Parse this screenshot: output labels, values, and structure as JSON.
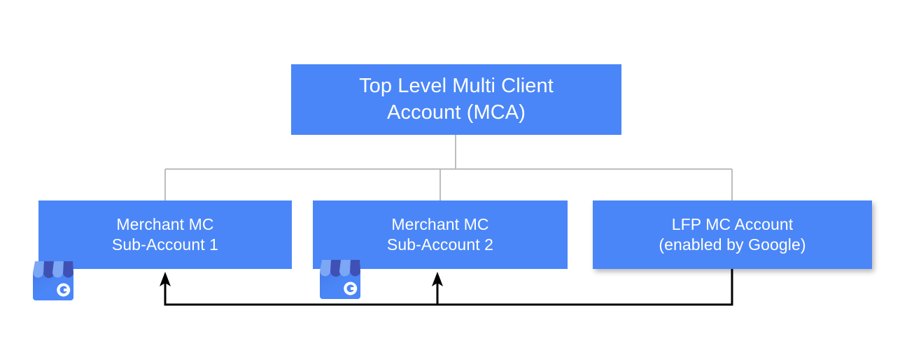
{
  "diagram": {
    "title_text": "Top Level Multi Client Account (MCA) hierarchy",
    "colors": {
      "node_fill": "#4a86f7",
      "node_text": "#ffffff",
      "tree_connector": "#bdbdbd",
      "arrow_connector": "#000000",
      "background": "#ffffff"
    },
    "nodes": {
      "mca": {
        "name": "top-level-mca",
        "line1": "Top Level Multi Client",
        "line2": "Account (MCA)"
      },
      "sub1": {
        "name": "merchant-mc-sub-account-1",
        "line1": "Merchant MC",
        "line2": "Sub-Account 1"
      },
      "sub2": {
        "name": "merchant-mc-sub-account-2",
        "line1": "Merchant MC",
        "line2": "Sub-Account 2"
      },
      "lfp": {
        "name": "lfp-mc-account",
        "line1": "LFP MC Account",
        "line2": "(enabled by Google)"
      }
    },
    "icons": {
      "gmb_1": "google-my-business-storefront-icon",
      "gmb_2": "google-my-business-storefront-icon"
    },
    "connectors": {
      "tree": "mca branches down to the three child accounts",
      "feed_1": "LFP MC Account feeds Merchant MC Sub-Account 1",
      "feed_2": "LFP MC Account feeds Merchant MC Sub-Account 2"
    }
  }
}
